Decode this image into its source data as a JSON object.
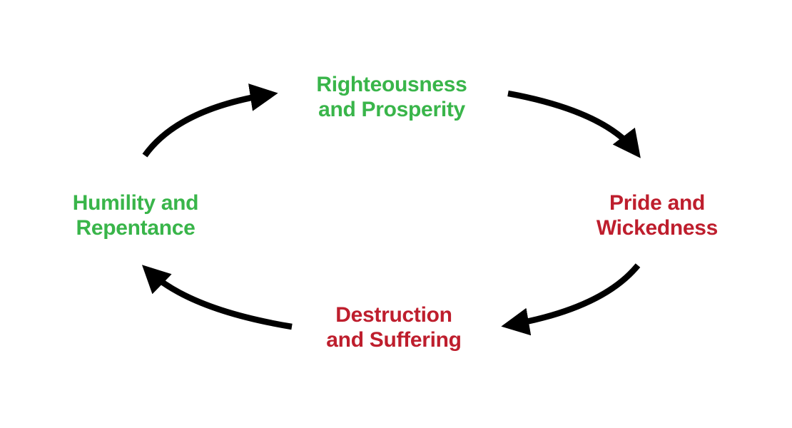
{
  "diagram": {
    "type": "cycle",
    "direction": "clockwise",
    "background": "#FFFFFF",
    "arrow_color": "#000000",
    "positive_color": "#39B54A",
    "negative_color": "#BE1E2D",
    "nodes": [
      {
        "id": "righteousness-prosperity",
        "position": "top",
        "sentiment": "positive",
        "color": "#39B54A",
        "lines": [
          "Righteousness",
          "and Prosperity"
        ]
      },
      {
        "id": "pride-wickedness",
        "position": "right",
        "sentiment": "negative",
        "color": "#BE1E2D",
        "lines": [
          "Pride and",
          "Wickedness"
        ]
      },
      {
        "id": "destruction-suffering",
        "position": "bottom",
        "sentiment": "negative",
        "color": "#BE1E2D",
        "lines": [
          "Destruction",
          "and Suffering"
        ]
      },
      {
        "id": "humility-repentance",
        "position": "left",
        "sentiment": "positive",
        "color": "#39B54A",
        "lines": [
          "Humility and",
          "Repentance"
        ]
      }
    ],
    "arrows": [
      {
        "from": "humility-repentance",
        "to": "righteousness-prosperity"
      },
      {
        "from": "righteousness-prosperity",
        "to": "pride-wickedness"
      },
      {
        "from": "pride-wickedness",
        "to": "destruction-suffering"
      },
      {
        "from": "destruction-suffering",
        "to": "humility-repentance"
      }
    ]
  }
}
